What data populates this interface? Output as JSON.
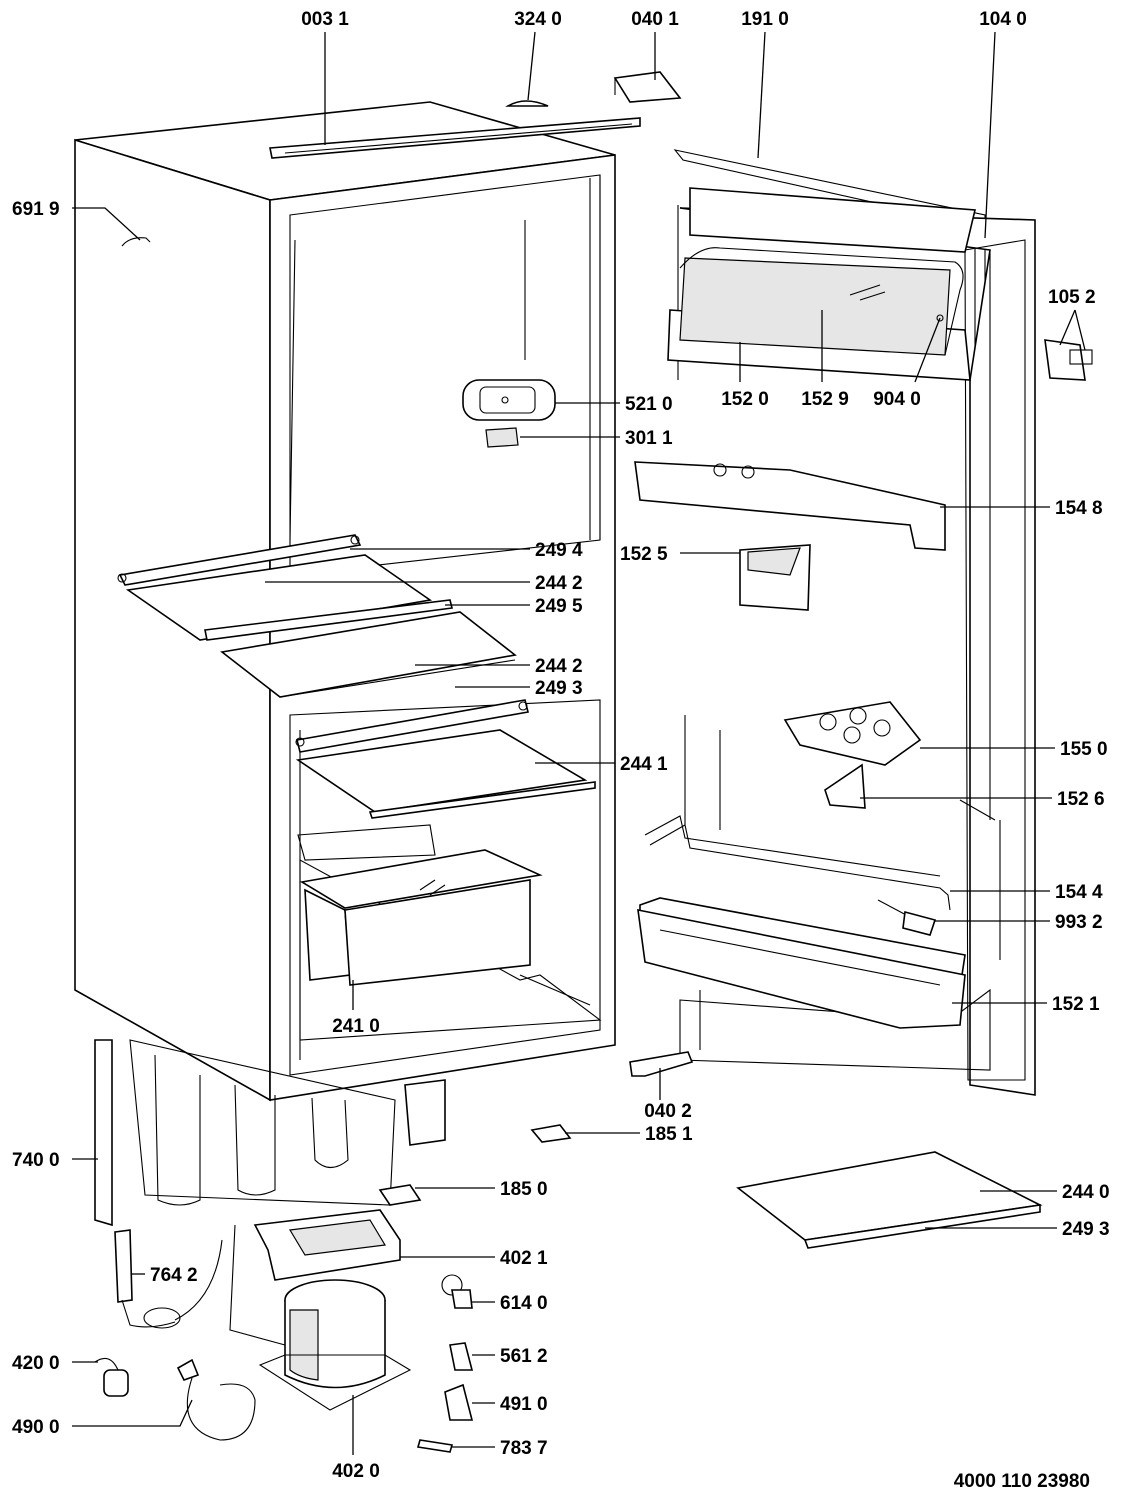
{
  "labels": {
    "l0031": "003 1",
    "l3240": "324 0",
    "l0401": "040 1",
    "l1910": "191 0",
    "l1040": "104 0",
    "l6919": "691 9",
    "l1052": "105 2",
    "l5210": "521 0",
    "l3011": "301 1",
    "l1520": "152 0",
    "l1529": "152 9",
    "l9040": "904 0",
    "l1548": "154 8",
    "l2494": "249 4",
    "l2442a": "244 2",
    "l2495": "249 5",
    "l1525": "152 5",
    "l2442b": "244 2",
    "l2493a": "249 3",
    "l2441": "244 1",
    "l1550": "155 0",
    "l1526": "152 6",
    "l1544": "154 4",
    "l9932": "993 2",
    "l1521": "152 1",
    "l2410": "241 0",
    "l0402": "040 2",
    "l1851": "185 1",
    "l7400": "740 0",
    "l1850": "185 0",
    "l2440": "244 0",
    "l2493b": "249 3",
    "l7642": "764 2",
    "l4021": "402 1",
    "l6140": "614 0",
    "l5612": "561 2",
    "l4200": "420 0",
    "l4910": "491 0",
    "l4900": "490 0",
    "l7837": "783 7",
    "l4020": "402 0"
  },
  "document_number": "4000 110 23980"
}
